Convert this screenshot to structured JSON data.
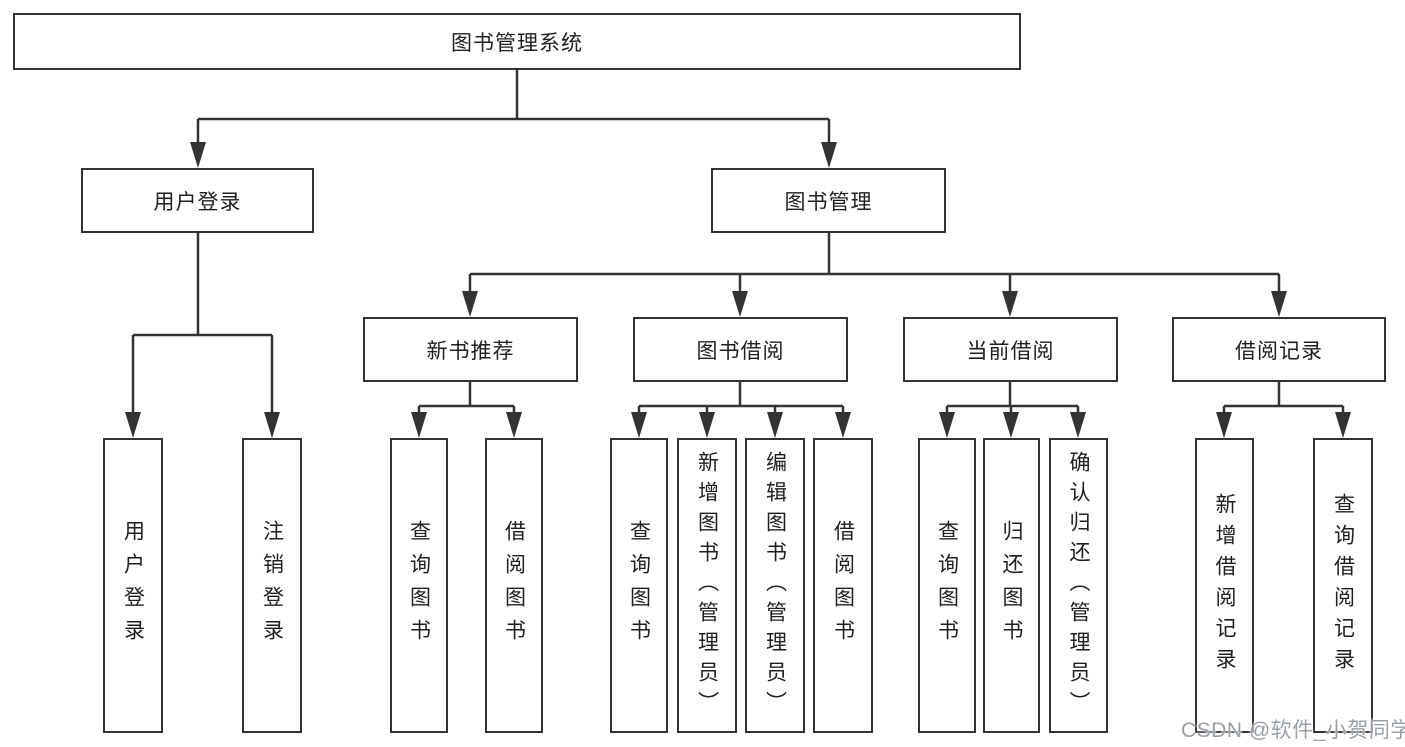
{
  "diagram": {
    "root": {
      "label": "图书管理系统"
    },
    "level2": {
      "user_login": {
        "label": "用户登录"
      },
      "book_management": {
        "label": "图书管理"
      }
    },
    "level3": {
      "new_book_recommend": {
        "label": "新书推荐"
      },
      "book_borrow": {
        "label": "图书借阅"
      },
      "current_borrow": {
        "label": "当前借阅"
      },
      "borrow_records": {
        "label": "借阅记录"
      }
    },
    "leaves": {
      "user_login_action": {
        "label": "用户登录"
      },
      "logout_action": {
        "label": "注销登录"
      },
      "recommend_query_books": {
        "label": "查询图书"
      },
      "recommend_borrow_books": {
        "label": "借阅图书"
      },
      "borrow_query_books": {
        "label": "查询图书"
      },
      "borrow_add_books": {
        "label": "新增图书（管理员）"
      },
      "borrow_edit_books": {
        "label": "编辑图书（管理员）"
      },
      "borrow_borrow_books": {
        "label": "借阅图书"
      },
      "current_query_books": {
        "label": "查询图书"
      },
      "current_return_books": {
        "label": "归还图书"
      },
      "current_confirm_return": {
        "label": "确认归还（管理员）"
      },
      "records_add_record": {
        "label": "新增借阅记录"
      },
      "records_query_record": {
        "label": "查询借阅记录"
      }
    }
  },
  "watermark": {
    "text": "CSDN @软件_小贺同学"
  },
  "colors": {
    "line": "#333333",
    "text": "#1f1f1f",
    "background": "#ffffff",
    "watermark": "#9aa0a6"
  }
}
